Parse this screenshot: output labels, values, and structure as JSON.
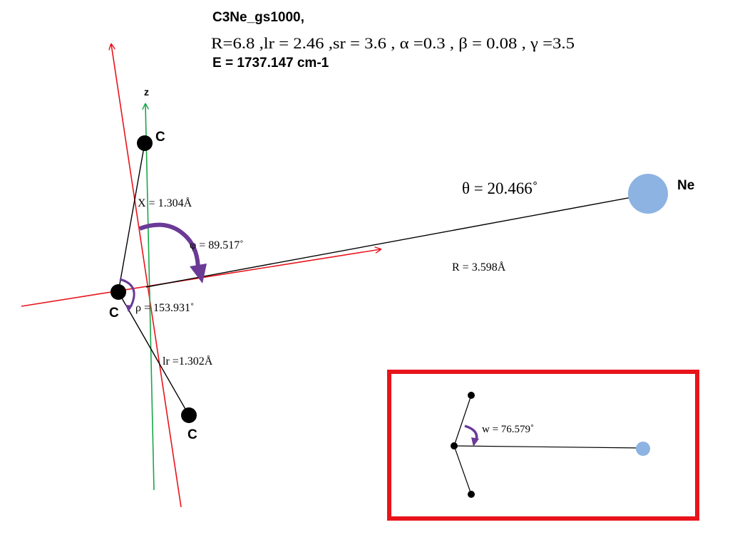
{
  "header": {
    "line1": "C3Ne_gs1000,",
    "line2": "R=6.8 ,lr = 2.46 ,sr = 3.6 , α =0.3 , β = 0.08 , γ =3.5",
    "line3": "E = 1737.147 cm-1"
  },
  "axis": {
    "z_label": "z"
  },
  "atoms": {
    "carbon_top": "C",
    "carbon_center": "C",
    "carbon_bottom": "C",
    "neon": "Ne"
  },
  "labels": {
    "theta": "θ  = 20.466˚",
    "x": "X = 1.304Å",
    "phi": "φ  = 89.517˚",
    "r": "R = 3.598Å",
    "rho": "ρ  = 153.931˚",
    "lr": "lr =1.302Å"
  },
  "inset": {
    "w": "w = 76.579˚"
  },
  "colors": {
    "axis_red": "#e8141b",
    "axis_green": "#19a64a",
    "angle_purple": "#6a3a96",
    "neon": "#8db3e2",
    "inset_border": "#e8141b"
  }
}
